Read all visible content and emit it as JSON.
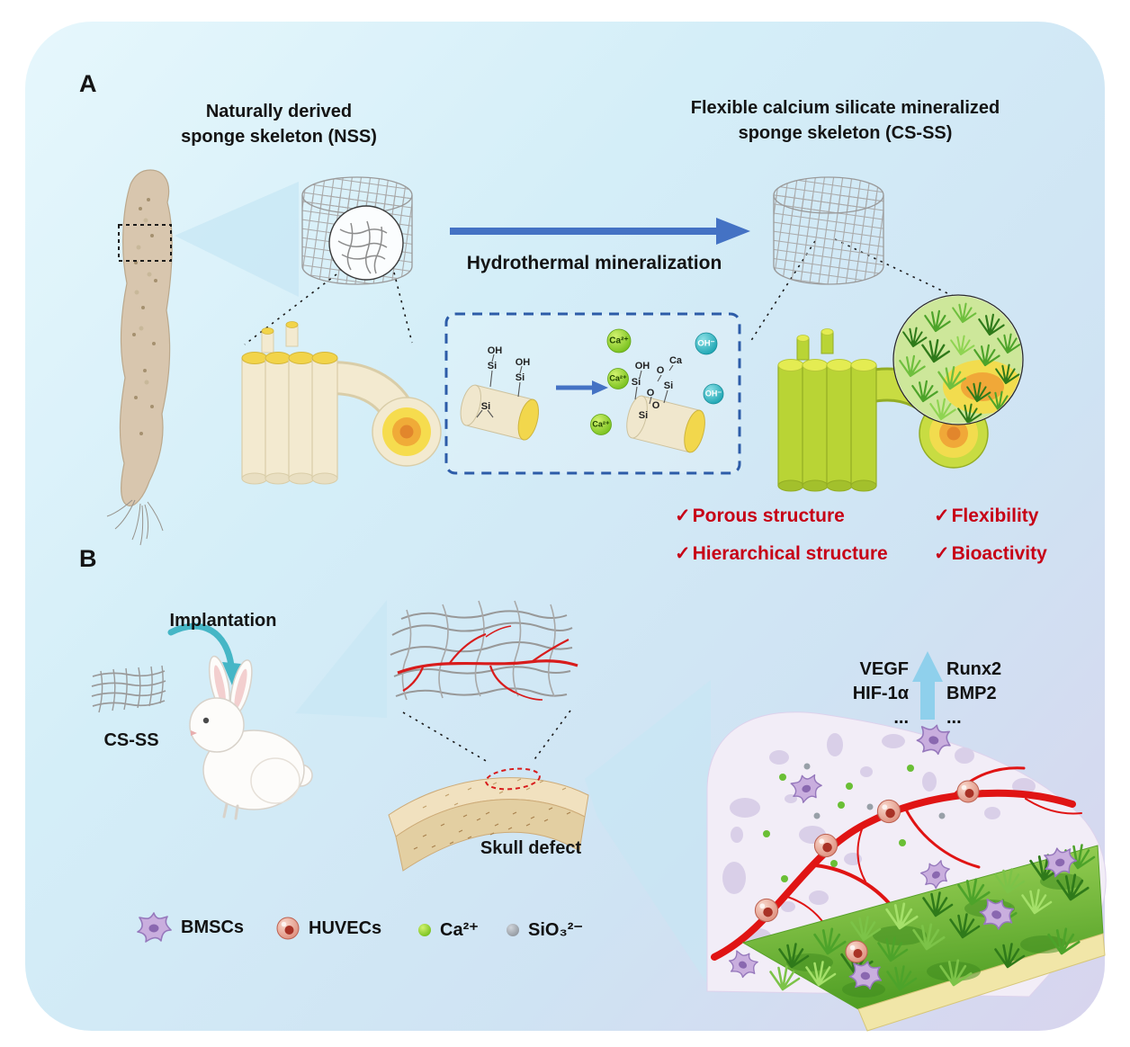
{
  "colors": {
    "background_gradient_start": "#e6f7fc",
    "background_gradient_end": "#d8d4ee",
    "accent_blue": "#4472c4",
    "dashed_box_blue": "#2d5ca8",
    "feature_red": "#c70016",
    "vessel_red": "#e01414",
    "ion_green": "#76c01c",
    "ion_teal": "#1ba4b2",
    "scaffold_green": "#b9d435",
    "bone_beige": "#e3cfa2",
    "cell_purple": "#c9aede",
    "cell_pink": "#dd8a78"
  },
  "panelA": {
    "label": "A",
    "nss_title": {
      "line1": "Naturally derived",
      "line2": "sponge skeleton (NSS)"
    },
    "csss_title": {
      "line1": "Flexible calcium silicate mineralized",
      "line2": "sponge skeleton (CS-SS)"
    },
    "process_label": "Hydrothermal mineralization",
    "chemistry": {
      "left_labels": [
        "OH",
        "OH",
        "Si",
        "Si",
        "Si"
      ],
      "right_labels": [
        "OH",
        "Ca",
        "O",
        "Si",
        "O",
        "Si",
        "O",
        "Si"
      ],
      "ca_ion": "Ca²⁺",
      "oh_ion": "OH⁻"
    },
    "features": [
      {
        "check": "✓",
        "text": "Porous structure"
      },
      {
        "check": "✓",
        "text": "Flexibility"
      },
      {
        "check": "✓",
        "text": "Hierarchical structure"
      },
      {
        "check": "✓",
        "text": "Bioactivity"
      }
    ]
  },
  "panelB": {
    "label": "B",
    "implantation_label": "Implantation",
    "scaffold_label": "CS-SS",
    "skull_label": "Skull defect",
    "factors": {
      "left": [
        "VEGF",
        "HIF-1α",
        "..."
      ],
      "right": [
        "Runx2",
        "BMP2",
        "..."
      ]
    },
    "legend": [
      {
        "name": "BMSCs"
      },
      {
        "name": "HUVECs"
      },
      {
        "name": "Ca²⁺"
      },
      {
        "name": "SiO₃²⁻"
      }
    ]
  }
}
